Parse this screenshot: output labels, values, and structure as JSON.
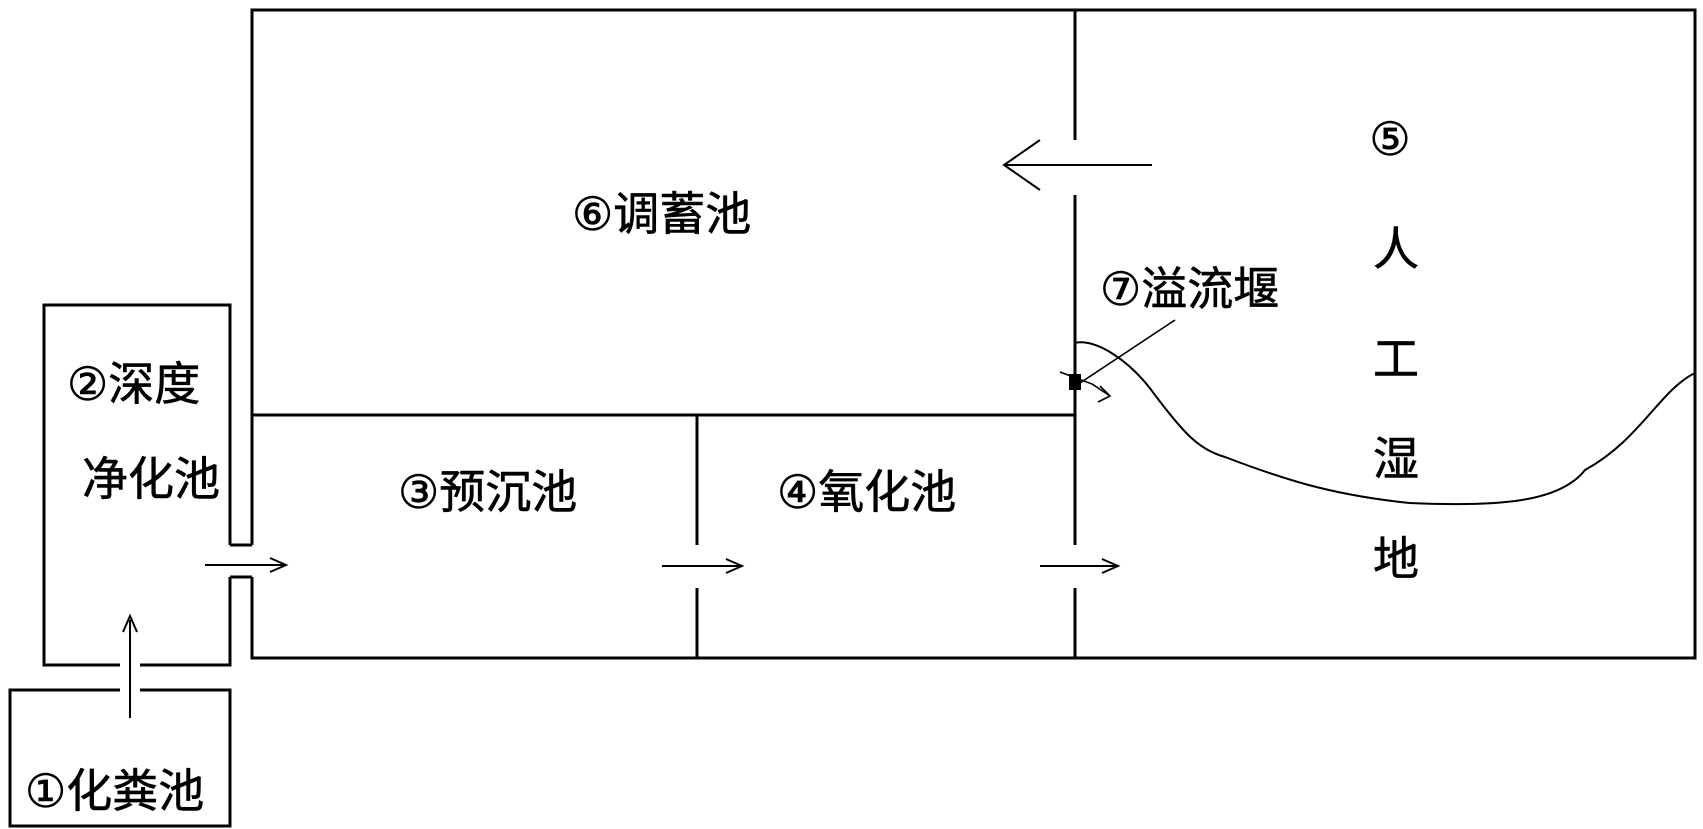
{
  "labels": {
    "septic_tank": "①化粪池",
    "deep_purification_line1": "②深度",
    "deep_purification_line2": "净化池",
    "pre_sedimentation": "③预沉池",
    "oxidation": "④氧化池",
    "wetland_number": "⑤",
    "wetland_chars": [
      "人",
      "工",
      "湿",
      "地"
    ],
    "regulating_storage": "⑥调蓄池",
    "overflow_weir": "⑦溢流堰"
  }
}
